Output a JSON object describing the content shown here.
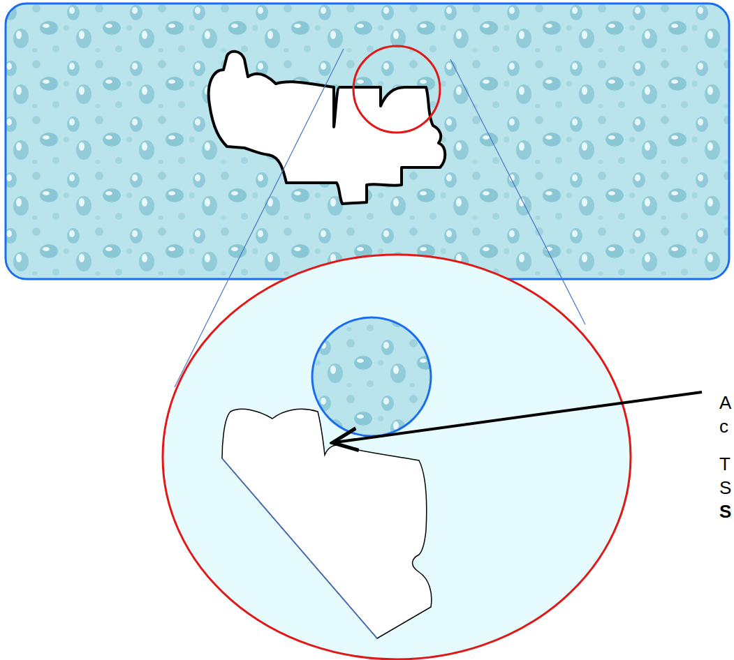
{
  "diagram": {
    "labels": [
      "A",
      "c",
      "T",
      "S",
      "S"
    ]
  }
}
